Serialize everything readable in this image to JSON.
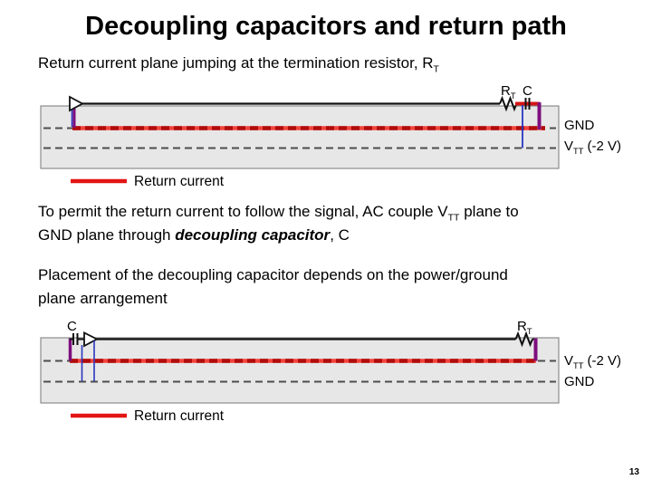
{
  "title": "Decoupling capacitors and return path",
  "page_number": "13",
  "subtitle": {
    "pre": "Return current plane jumping at the termination resistor, R",
    "sub": "T"
  },
  "body": {
    "p1": {
      "l1_pre": "To permit the return current to follow the signal, AC couple V",
      "l1_sub": "TT",
      "l1_post": " plane to",
      "l2_pre": "GND plane through ",
      "l2_emphasis": "decoupling capacitor",
      "l2_post": ", C"
    },
    "p2": {
      "l1": "Placement of the decoupling capacitor depends on the power/ground",
      "l2": "plane arrangement"
    }
  },
  "diagram1": {
    "rt": {
      "base": "R",
      "sub": "T"
    },
    "c": "C",
    "plane_top": "GND",
    "plane_bottom": {
      "pre": "V",
      "sub": "TT",
      "post": " (-2 V)"
    },
    "legend": "Return current"
  },
  "diagram2": {
    "c": "C",
    "rt": {
      "base": "R",
      "sub": "T"
    },
    "plane_top": {
      "pre": "V",
      "sub": "TT",
      "post": " (-2 V)"
    },
    "plane_bottom": "GND",
    "legend": "Return current"
  },
  "colors": {
    "return_current_red": "#e31414",
    "return_dash_dark": "#b00d0d",
    "return_base_red": "#f2433b",
    "signal_black": "#111111",
    "via_blue": "#2a35c0",
    "coupling_purple": "#7d0f7d",
    "plane_dash_gray": "#4d4d4d",
    "board_fill": "#e7e7e7",
    "board_border": "#8c8c8c"
  }
}
